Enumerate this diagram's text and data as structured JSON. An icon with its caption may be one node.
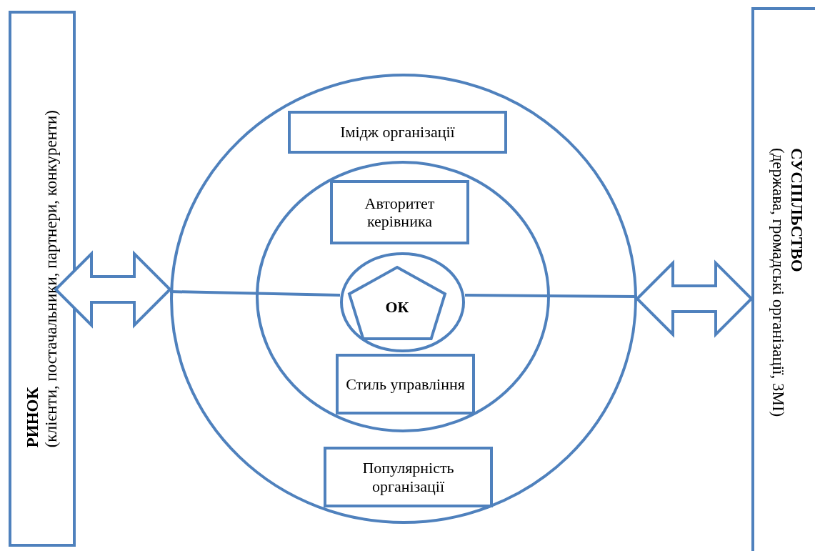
{
  "diagram": {
    "nodes": [
      {
        "text": [
          "РИНОК",
          "(клієнти, постачальники, партнери, конкуренти)"
        ]
      },
      {
        "text": [
          "СУСПІЛЬСТВО",
          "(держава, громадські організації, ЗМІ)"
        ]
      },
      {
        "text": [],
        "shape": "circle"
      },
      {
        "text": [
          "Імідж організації"
        ],
        "in": 2
      },
      {
        "text": [],
        "shape": "circle",
        "in": 2
      },
      {
        "text": [
          "Авторитет керівника"
        ],
        "in": 4
      },
      {
        "text": [],
        "shape": "circle",
        "in": 4
      },
      {
        "text": [
          "ОК"
        ],
        "in": 6
      },
      {
        "text": [
          "Стиль управління"
        ],
        "in": 4
      },
      {
        "text": [
          "Популярність організації"
        ],
        "in": 2
      }
    ],
    "edges": [
      {
        "from": 0,
        "to": 2,
        "arrow": "both"
      },
      {
        "from": 2,
        "to": 1,
        "arrow": "both"
      },
      {
        "from": 2,
        "to": 6,
        "arrow": "none"
      },
      {
        "from": 6,
        "to": 2,
        "arrow": "none"
      }
    ]
  }
}
